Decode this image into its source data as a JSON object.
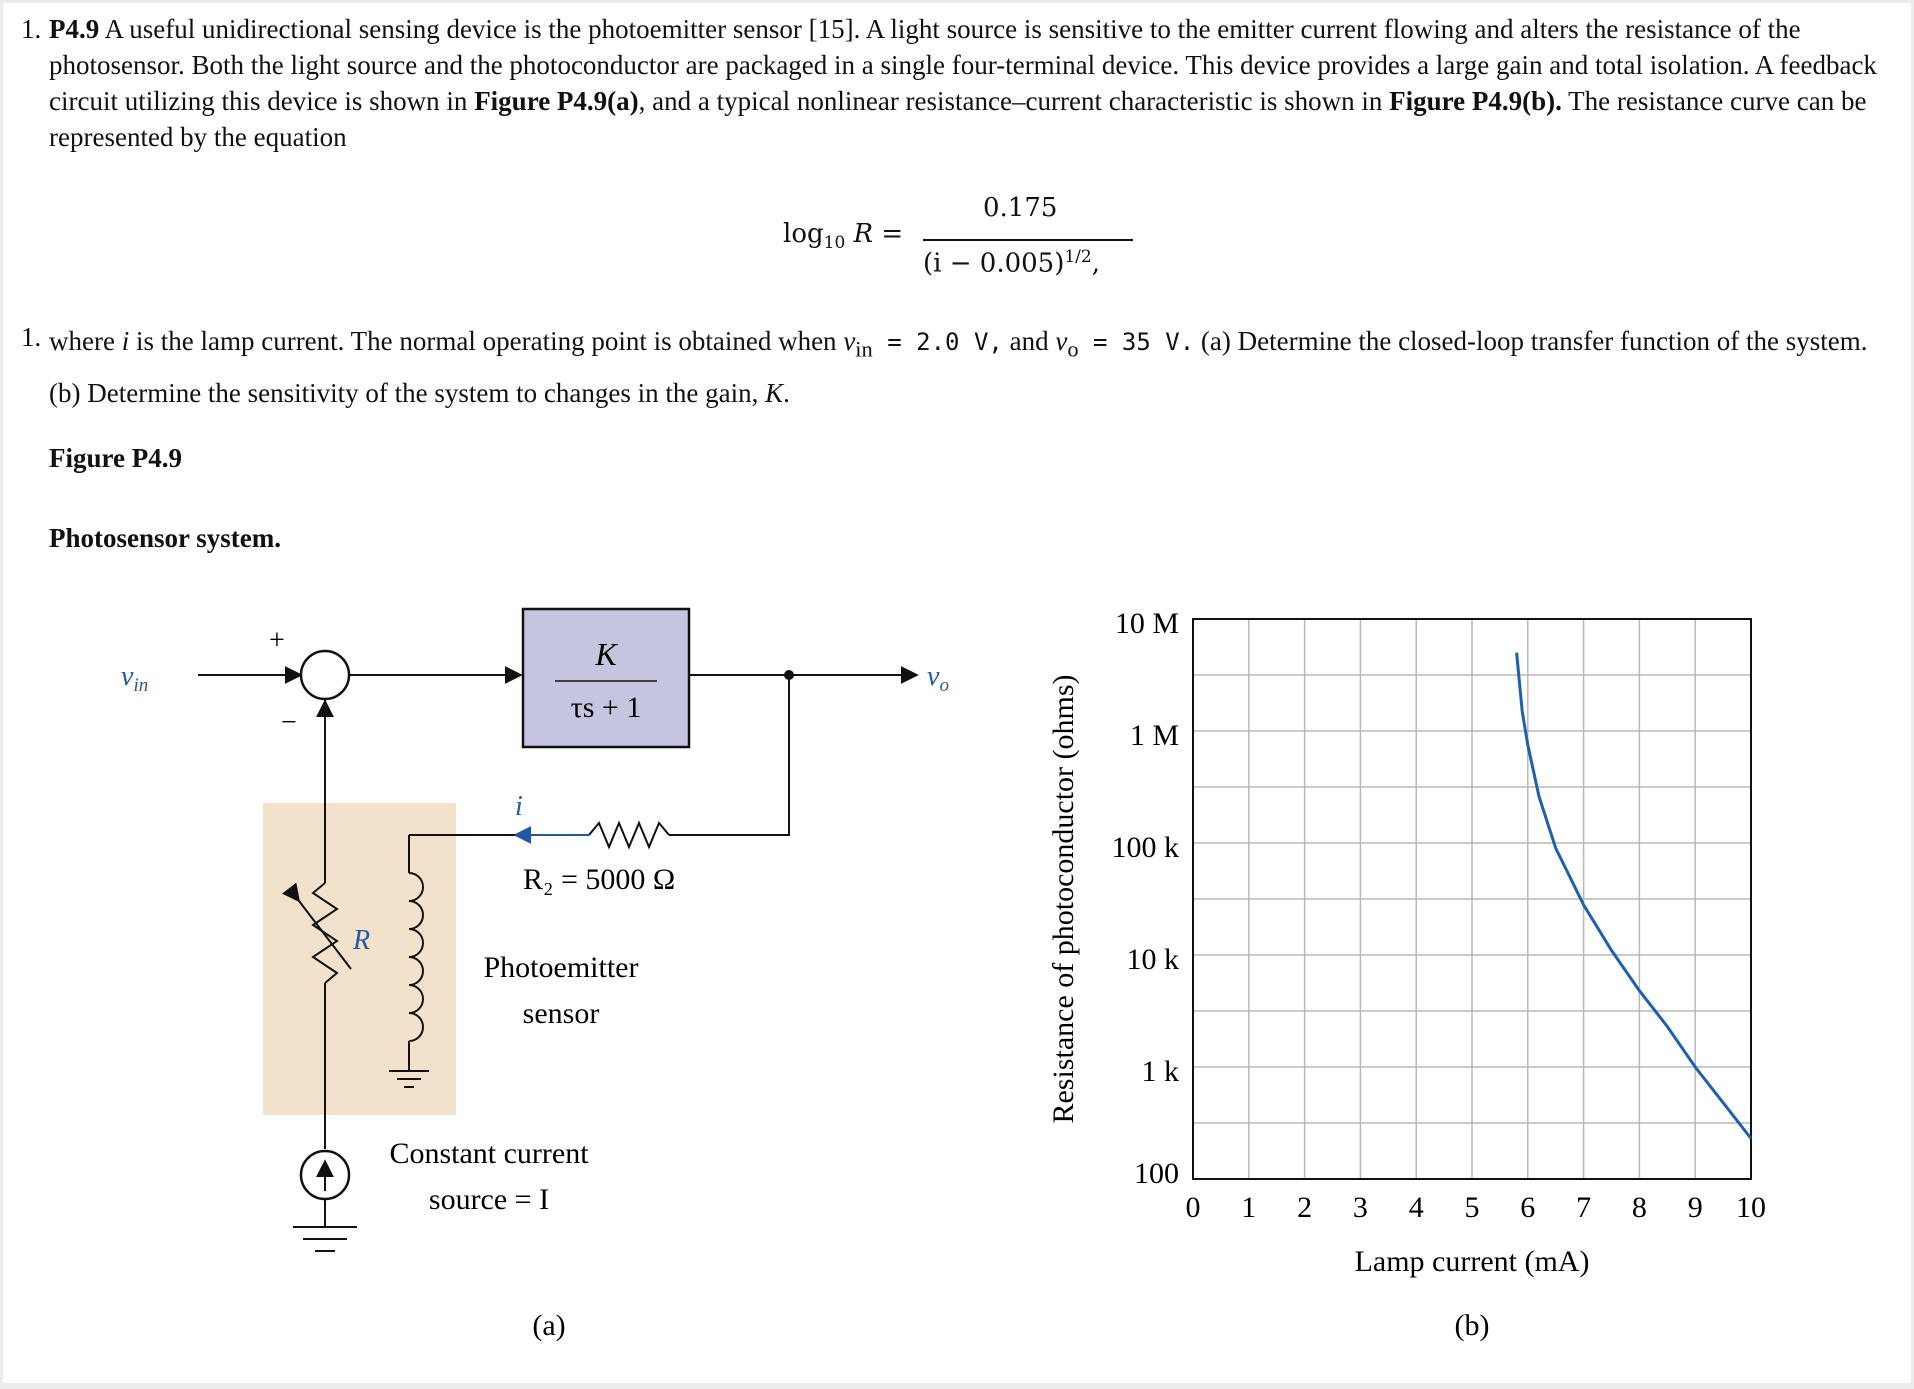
{
  "problem": {
    "number": "1.",
    "id": "P4.9",
    "text_1": " A useful unidirectional sensing device is the photoemitter sensor [15]. A light source is sensitive to the emitter current flowing and alters the resistance of the photosensor. Both the light source and the photoconductor are packaged in a single four-terminal device. This device provides a large gain and total isolation. A feedback circuit utilizing this device is shown in ",
    "fig_ref_a": "Figure P4.9(a)",
    "text_2": ", and a typical nonlinear resistance–current characteristic is shown in ",
    "fig_ref_b": "Figure P4.9(b).",
    "text_3": " The resistance curve can be represented by the equation"
  },
  "equation": {
    "lhs": "log",
    "lhs_sub": "10",
    "lhs_var": "R",
    "equals": "=",
    "numerator": "0.175",
    "denominator": "(i − 0.005)",
    "den_exp": "1/2",
    "trail": ","
  },
  "problem_cont": {
    "number": "1.",
    "text_1": " where ",
    "var_i": "i",
    "text_2": " is the lamp current. The normal operating point is obtained when ",
    "vin": "v",
    "vin_sub": "in",
    "vin_value": " = 2.0  V,",
    "text_3": " and ",
    "vo": "v",
    "vo_sub": "o",
    "vo_value": " = 35  V.",
    "text_4": " (a) Determine the closed-loop transfer function of the system. (b) Determine the sensitivity of the system to changes in the gain, ",
    "var_K": "K",
    "text_5": "."
  },
  "figure": {
    "title": "Figure P4.9",
    "caption": "Photosensor system."
  },
  "diagram_a": {
    "input_label": "v",
    "input_sub": "in",
    "plus": "+",
    "minus": "−",
    "block_num": "K",
    "block_den": "τs + 1",
    "output_label": "v",
    "output_sub": "o",
    "current_label": "i",
    "resistor_label": "R₂ = 5000 Ω",
    "var_resistor_label": "R",
    "sensor_label_1": "Photoemitter",
    "sensor_label_2": "sensor",
    "source_label_1": "Constant current",
    "source_label_2": "source = I",
    "panel_label": "(a)",
    "colors": {
      "block_fill": "#c5c5e0",
      "sensor_fill": "#f2e2cc",
      "label_blue": "#2458a6"
    }
  },
  "chart_data": {
    "type": "line",
    "xlabel": "Lamp current (mA)",
    "ylabel": "Resistance of photoconductor (ohms)",
    "x_ticks": [
      "0",
      "1",
      "2",
      "3",
      "4",
      "5",
      "6",
      "7",
      "8",
      "9",
      "10"
    ],
    "y_ticks": [
      "100",
      "1 k",
      "10 k",
      "100 k",
      "1 M",
      "10 M"
    ],
    "xlim": [
      0,
      10
    ],
    "ylim": [
      100,
      10000000
    ],
    "y_scale": "log",
    "grid": true,
    "line_color": "#1f5fae",
    "series": [
      {
        "x": [
          5.8,
          5.9,
          6.0,
          6.2,
          6.5,
          7.0,
          7.5,
          8.0,
          8.5,
          9.0,
          9.5,
          10.0
        ],
        "y": [
          5000000,
          1500000,
          750000,
          260000,
          90000,
          28000,
          11000,
          4800,
          2300,
          1000,
          480,
          230
        ]
      }
    ],
    "panel_label": "(b)"
  }
}
